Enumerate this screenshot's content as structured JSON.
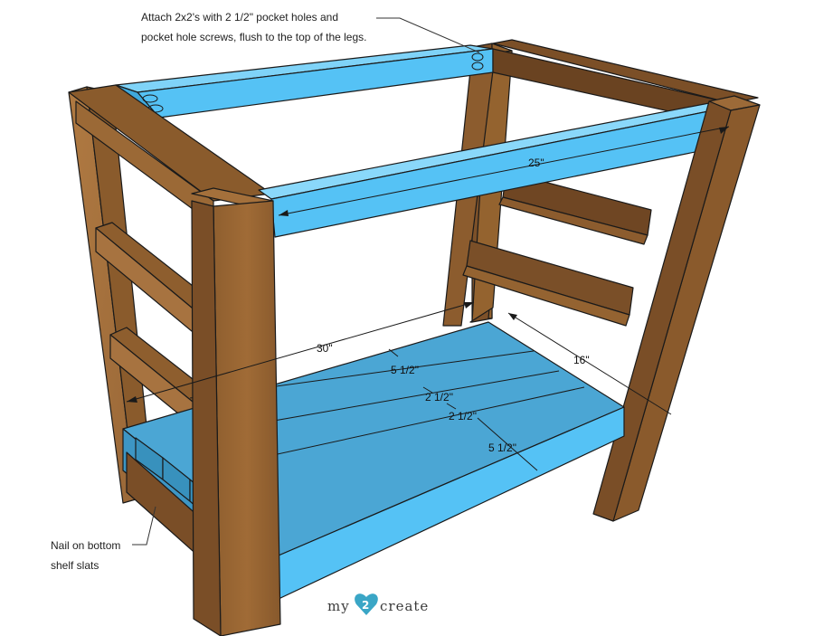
{
  "notes": {
    "attach_line1": "Attach 2x2's with 2 1/2\" pocket holes and",
    "attach_line2": "pocket hole screws, flush to the top of the legs.",
    "nail_line1": "Nail on bottom",
    "nail_line2": "shelf slats"
  },
  "dimensions": {
    "apron_width": "25\"",
    "shelf_length": "30\"",
    "shelf_depth": "16\"",
    "slat_1": "5 1/2\"",
    "slat_2": "2 1/2\"",
    "slat_3": "2 1/2\"",
    "slat_4": "5 1/2\""
  },
  "logo": {
    "prefix": "my",
    "heart_text": "2",
    "suffix": "create"
  },
  "colors": {
    "wood": "#8a5c2e",
    "wood_dark": "#6b4422",
    "wood_light": "#a8773f",
    "blue_highlight": "#55c2f5",
    "blue_shelf": "#4aa3d1",
    "logo_heart": "#3aa6c6"
  }
}
